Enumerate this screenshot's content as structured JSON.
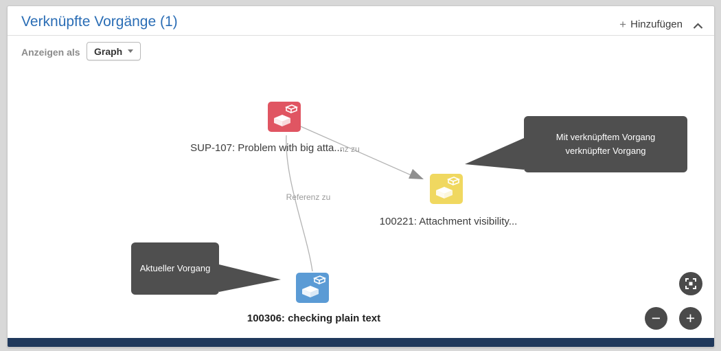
{
  "panel": {
    "title": "Verknüpfte Vorgänge (1)",
    "header": {
      "add_plus": "+",
      "add_label": "Hinzufügen"
    },
    "display": {
      "label": "Anzeigen als",
      "value": "Graph"
    }
  },
  "graph": {
    "nodes": [
      {
        "label": "SUP-107: Problem with big atta...",
        "color": "#e05562"
      },
      {
        "label": "100221: Attachment visibility...",
        "color": "#f0d860"
      },
      {
        "label": "100306: checking plain text",
        "color": "#5b9bd5"
      }
    ],
    "edge_labels": [
      {
        "text": "nz zu"
      },
      {
        "text": "Referenz zu"
      }
    ],
    "tooltips": [
      {
        "text": "Mit verknüpftem Vorgang verknüpfter Vorgang"
      },
      {
        "text": "Aktueller Vorgang"
      }
    ],
    "controls": {
      "zoom_out": "−",
      "zoom_in": "+"
    }
  },
  "colors": {
    "accent": "#2a6db5",
    "tooltip_bg": "#4f4f4f",
    "edge": "#b3b3b3",
    "bottom_bar": "#20395c"
  }
}
